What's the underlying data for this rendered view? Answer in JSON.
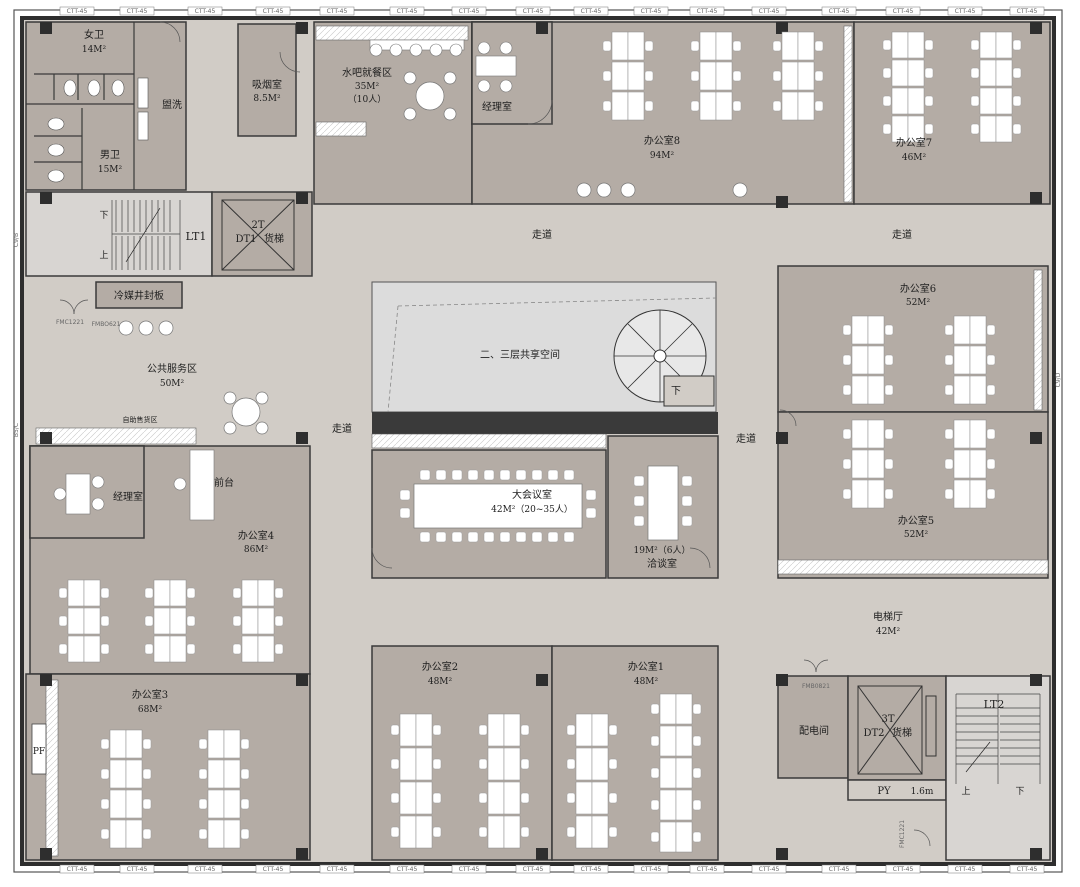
{
  "rooms": {
    "womens_wc": {
      "name": "女卫",
      "area": "14M²"
    },
    "mens_wc": {
      "name": "男卫",
      "area": "15M²"
    },
    "wash": {
      "name": "盥洗"
    },
    "smoking": {
      "name": "吸烟室",
      "area": "8.5M²"
    },
    "water_bar": {
      "name": "水吧就餐区",
      "area": "35M²",
      "capacity": "（10人）"
    },
    "manager_top": {
      "name": "经理室"
    },
    "office8": {
      "name": "办公室8",
      "area": "94M²"
    },
    "office7": {
      "name": "办公室7",
      "area": "46M²"
    },
    "stair_lt1": {
      "name": "LT1",
      "down": "下",
      "up": "上"
    },
    "elevator_dt1": {
      "tonnage": "2T",
      "code": "DT1",
      "type": "货梯"
    },
    "shaft": {
      "name": "冷媒井封板"
    },
    "public_service": {
      "name": "公共服务区",
      "area": "50M²"
    },
    "vending": {
      "name": "自助售货区"
    },
    "atrium": {
      "name": "二、三层共享空间",
      "down": "下"
    },
    "office6": {
      "name": "办公室6",
      "area": "52M²"
    },
    "office5": {
      "name": "办公室5",
      "area": "52M²"
    },
    "manager_left": {
      "name": "经理室"
    },
    "reception": {
      "name": "前台"
    },
    "office4": {
      "name": "办公室4",
      "area": "86M²"
    },
    "big_meeting": {
      "name": "大会议室",
      "area": "42M²（20~35人）"
    },
    "negotiation": {
      "area": "19M²（6人）",
      "name": "洽谈室"
    },
    "elevator_hall": {
      "name": "电梯厅",
      "area": "42M²"
    },
    "office3": {
      "name": "办公室3",
      "area": "68M²"
    },
    "office2": {
      "name": "办公室2",
      "area": "48M²"
    },
    "office1": {
      "name": "办公室1",
      "area": "48M²"
    },
    "electrical": {
      "name": "配电间"
    },
    "elevator_dt2": {
      "tonnage": "3T",
      "code": "DT2",
      "type": "货梯"
    },
    "stair_lt2": {
      "name": "LT2",
      "up": "上",
      "down": "下"
    },
    "py": {
      "label": "PY",
      "size": "1.6m"
    },
    "pf": {
      "label": "PF"
    }
  },
  "corridors": {
    "top_left": "走道",
    "top_right": "走道",
    "mid_left": "走道",
    "mid_right": "走道"
  },
  "door_codes": {
    "fmc_a": "FMC1221",
    "fmc_b": "FMBO621",
    "fm_elec": "FMB0821",
    "fm_stair2": "FMC1221"
  },
  "axis_labels": {
    "left_top": "C9/B",
    "left_mid": "B5/C",
    "right": "C9/D"
  },
  "window_tag": "CTT-45",
  "colors": {
    "room_fill": "#b4aca5",
    "corridor_fill": "#d1ccc6",
    "wall": "#2e2e2e",
    "furniture": "#ffffff",
    "atrium_fill": "#dcdcdc"
  }
}
